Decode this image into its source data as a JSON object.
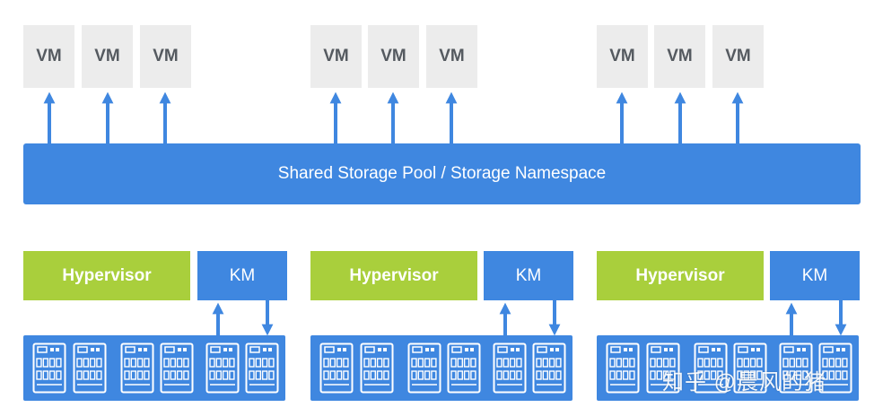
{
  "diagram": {
    "vm_label": "VM",
    "pool_label": "Shared Storage Pool / Storage Namespace",
    "hypervisor_label": "Hypervisor",
    "km_label": "KM",
    "watermark": "知乎 @晨风的猪",
    "colors": {
      "blue": "#3f87e0",
      "green": "#a9cf3c",
      "vm_box": "#ececec",
      "vm_text": "#555a60"
    },
    "node_count": 3,
    "vms_per_node": 3,
    "disks_per_node": 6,
    "disk_icon": "ssd-drive-icon"
  }
}
